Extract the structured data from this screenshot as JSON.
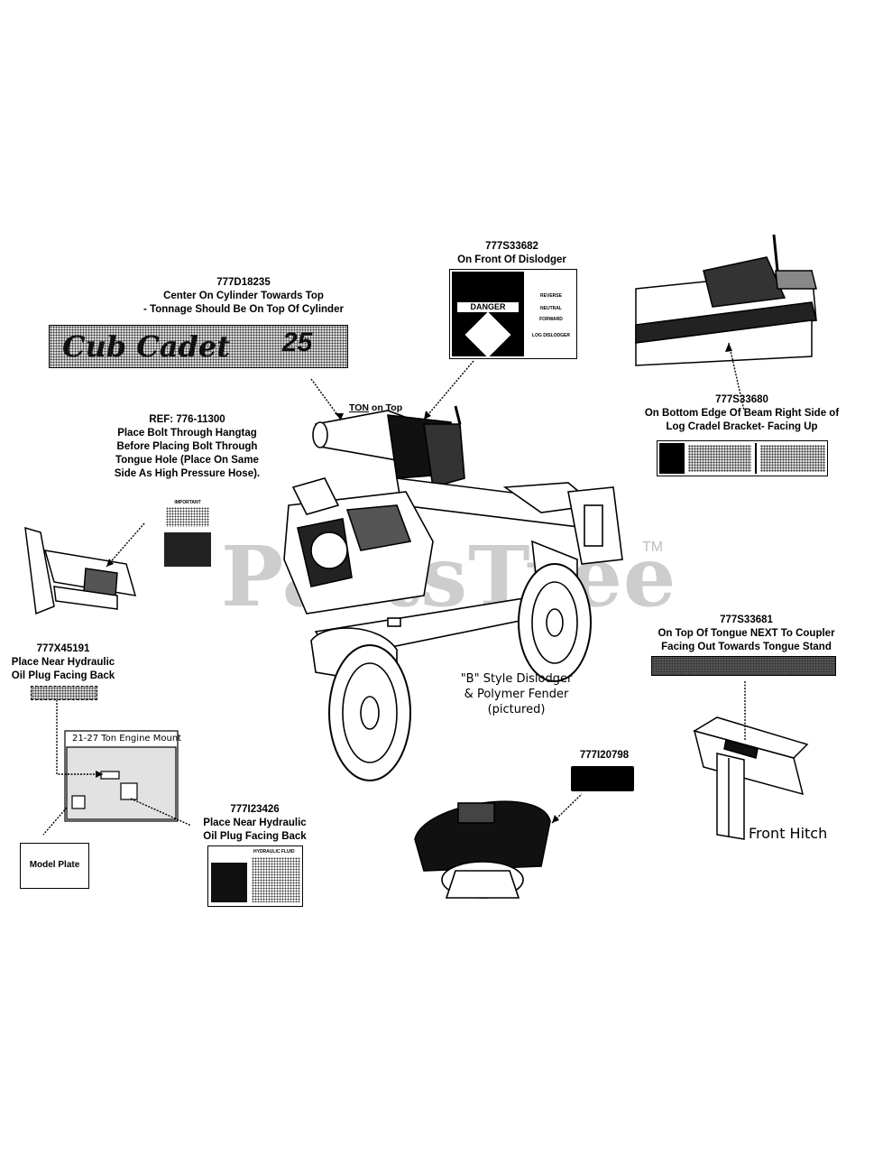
{
  "watermark": {
    "text": "PartsTree",
    "tm": "TM"
  },
  "callouts": {
    "cub_cadet": {
      "part": "777D18235",
      "line1": "Center On Cylinder Towards Top",
      "line2": "- Tonnage Should Be On Top Of Cylinder"
    },
    "dislodger": {
      "part": "777S33682",
      "line1": "On Front Of Dislodger"
    },
    "log_cradle": {
      "part": "777S33680",
      "line1": "On Bottom Edge Of Beam Right Side of",
      "line2": "Log Cradel Bracket- Facing Up"
    },
    "hangtag": {
      "part": "REF: 776-11300",
      "line1": "Place Bolt Through Hangtag",
      "line2": "Before Placing Bolt Through",
      "line3": "Tongue Hole (Place On Same",
      "line4": "Side As High Pressure Hose)."
    },
    "ton_on_top": {
      "underlined": "TON",
      "rest": " on Top"
    },
    "tongue": {
      "part": "777S33681",
      "line1": "On Top Of Tongue NEXT To Coupler",
      "line2": "Facing Out Towards Tongue Stand"
    },
    "hydraulic_left": {
      "part": "777X45191",
      "line1": "Place Near Hydraulic",
      "line2": "Oil Plug Facing Back"
    },
    "hydraulic_right": {
      "part": "777I23426",
      "line1": "Place Near Hydraulic",
      "line2": "Oil Plug Facing Back"
    },
    "engine_decal": {
      "part": "777I20798"
    },
    "model_plate": {
      "label": "Model Plate"
    },
    "engine_mount": {
      "label": "21-27 Ton Engine Mount"
    },
    "style_note": {
      "line1": "\"B\" Style Dislodger",
      "line2": "& Polymer Fender",
      "line3": "(pictured)"
    },
    "front_hitch": {
      "label": "Front Hitch"
    }
  },
  "decals": {
    "cub_cadet": {
      "brand": "Cub Cadet",
      "tonnage": "25"
    },
    "dislodger": {
      "danger": "DANGER",
      "reverse": "REVERSE",
      "neutral": "NEUTRAL",
      "forward": "FORWARD",
      "log_dislodger": "LOG DISLODGER"
    },
    "hangtag": {
      "important": "IMPORTANT"
    },
    "hydraulic_fluid": {
      "title": "HYDRAULIC FLUID"
    }
  }
}
